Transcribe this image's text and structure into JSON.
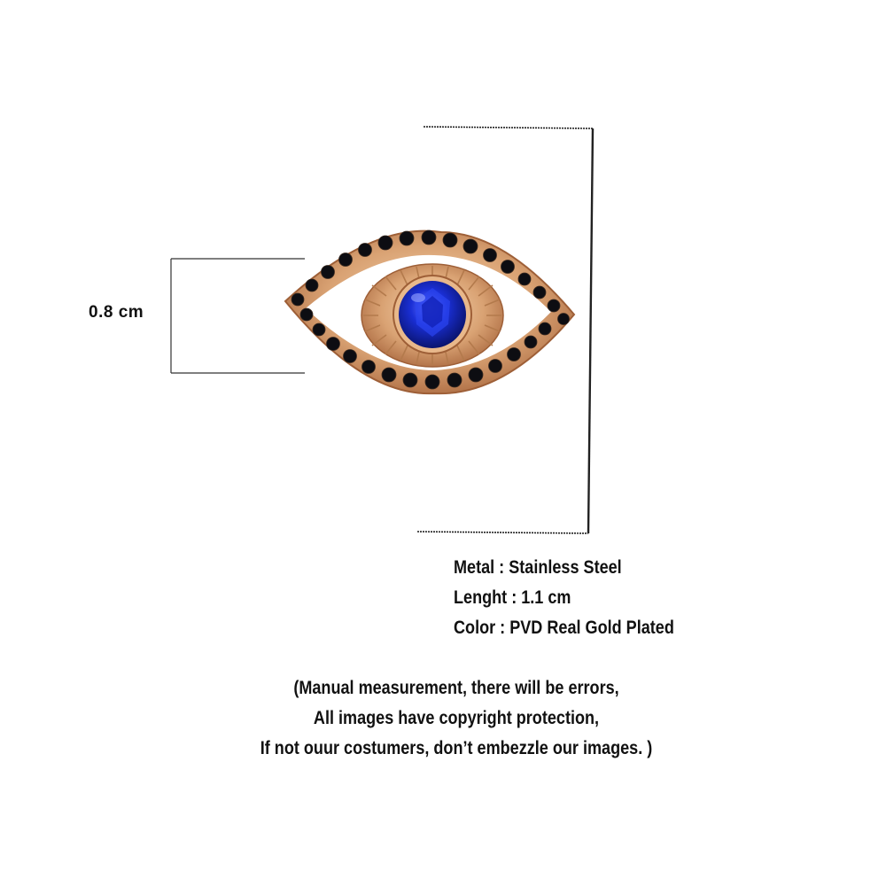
{
  "measurement": {
    "width_label": "0.8 cm"
  },
  "specs": {
    "metal": "Metal : Stainless Steel",
    "length": "Lenght : 1.1 cm",
    "color": "Color : PVD Real Gold Plated"
  },
  "disclaimer": {
    "line1": "(Manual measurement, there will be errors,",
    "line2": "All images have copyright  protection,",
    "line3": "If not ouur costumers, don’t embezzle our images. )"
  },
  "product": {
    "icon": "evil-eye-pendant-icon",
    "colors": {
      "gold": "#d9a273",
      "gold_light": "#f0c9a0",
      "black_stone": "#0d0d12",
      "blue_stone": "#1a2fd6"
    }
  }
}
